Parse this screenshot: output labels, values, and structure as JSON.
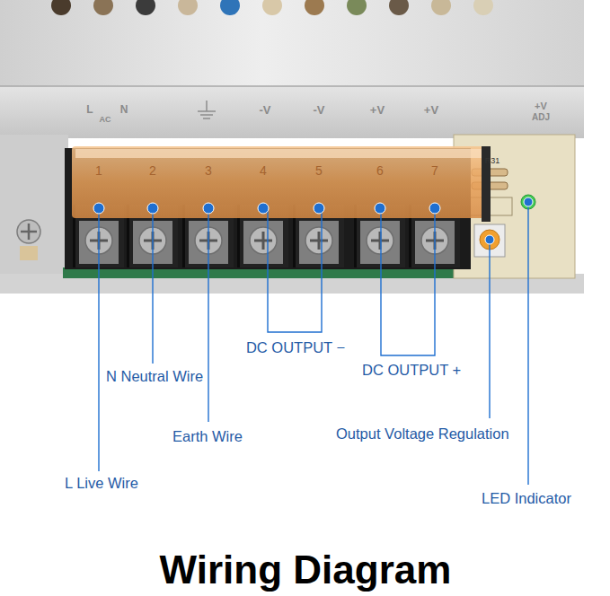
{
  "diagram": {
    "title": "Wiring Diagram",
    "labels": [
      "L",
      "AC",
      "N",
      "-V",
      "-V",
      "+V",
      "+V",
      "+V",
      "ADJ",
      "1",
      "2",
      "3",
      "4",
      "5",
      "6",
      "7",
      "R31",
      "DC OUTPUT −",
      "N Neutral Wire",
      "DC OUTPUT +",
      "Earth Wire",
      "Output Voltage Regulation",
      "L Live Wire",
      "LED Indicator"
    ]
  }
}
